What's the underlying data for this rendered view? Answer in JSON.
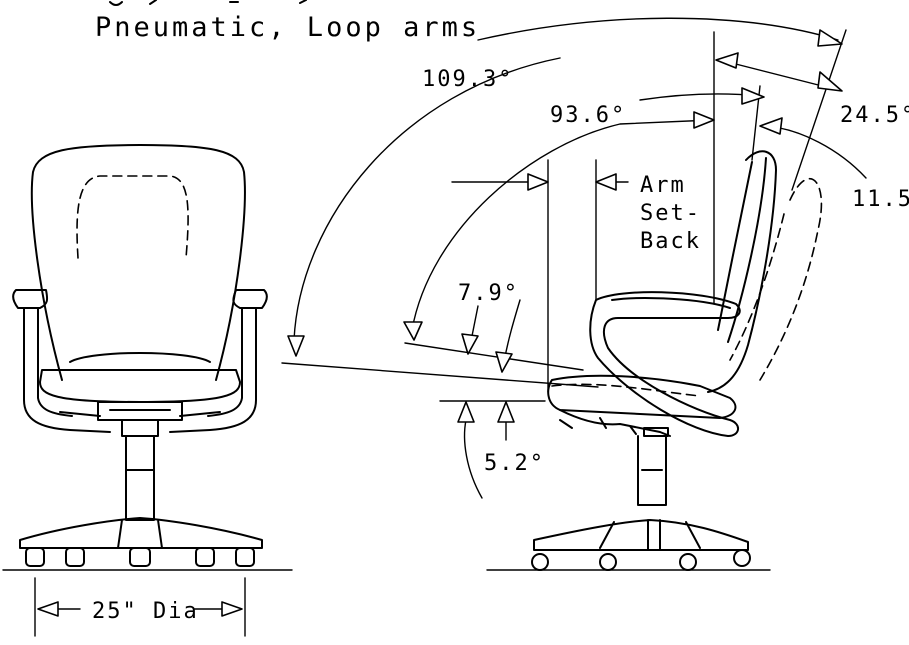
{
  "header": {
    "subtitle": "Pneumatic, Loop arms"
  },
  "labels": {
    "recline_total": "109.3°",
    "back_upright": "93.6°",
    "recline_range": "24.5°",
    "back_adjust": "11.5°",
    "arm_setback": [
      "Arm",
      "Set-",
      "Back"
    ],
    "seat_tilt": "7.9°",
    "seat_pitch": "5.2°",
    "base_diameter": "25\" Dia"
  },
  "colors": {
    "line": "#000000",
    "background": "#ffffff"
  }
}
